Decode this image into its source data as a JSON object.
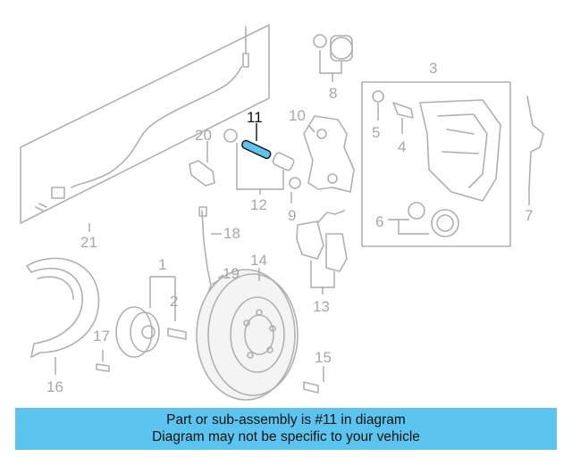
{
  "diagram": {
    "highlight_color": "#5bc4ef",
    "callouts": [
      {
        "id": "1",
        "label": "1"
      },
      {
        "id": "2",
        "label": "2"
      },
      {
        "id": "3",
        "label": "3"
      },
      {
        "id": "4",
        "label": "4"
      },
      {
        "id": "5",
        "label": "5"
      },
      {
        "id": "6",
        "label": "6"
      },
      {
        "id": "7",
        "label": "7"
      },
      {
        "id": "8",
        "label": "8"
      },
      {
        "id": "9",
        "label": "9"
      },
      {
        "id": "10",
        "label": "10"
      },
      {
        "id": "11",
        "label": "11",
        "highlighted": true
      },
      {
        "id": "12",
        "label": "12"
      },
      {
        "id": "13",
        "label": "13"
      },
      {
        "id": "14",
        "label": "14"
      },
      {
        "id": "15",
        "label": "15"
      },
      {
        "id": "16",
        "label": "16"
      },
      {
        "id": "17",
        "label": "17"
      },
      {
        "id": "18",
        "label": "18"
      },
      {
        "id": "19",
        "label": "19"
      },
      {
        "id": "20",
        "label": "20"
      },
      {
        "id": "21",
        "label": "21"
      }
    ]
  },
  "banner": {
    "line1": "Part or sub-assembly is #11 in diagram",
    "line2": "Diagram may not be specific to your vehicle",
    "background": "#5bc4ef"
  }
}
